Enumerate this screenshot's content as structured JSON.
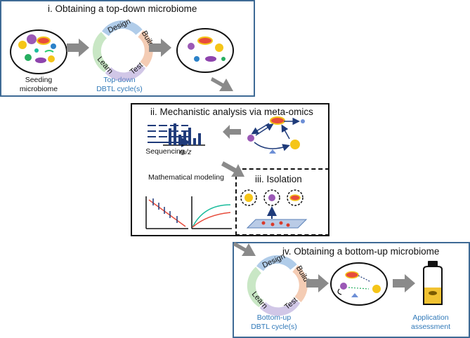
{
  "panel_i": {
    "title": "i.  Obtaining a top-down microbiome",
    "seeding_line1": "Seeding",
    "seeding_line2": "microbiome",
    "dbtl_line1": "Top-down",
    "dbtl_line2": "DBTL cycle(s)"
  },
  "panel_ii": {
    "title": "ii.  Mechanistic analysis via meta-omics",
    "sequencing": "Sequencing",
    "mz": "m/z",
    "modeling": "Mathematical modeling"
  },
  "panel_iii": {
    "title": "iii.  Isolation"
  },
  "panel_iv": {
    "title": "iv.  Obtaining a bottom-up microbiome",
    "dbtl_line1": "Bottom-up",
    "dbtl_line2": "DBTL cycle(s)",
    "app_line1": "Application",
    "app_line2": "assessment"
  },
  "cycle_labels": {
    "design": "Design",
    "build": "Build",
    "test": "Test",
    "learn": "Learn"
  },
  "colors": {
    "panel_blue": "#3e6a95",
    "label_blue": "#2f78b8",
    "arrow_gray": "#8a8a8a",
    "design": "#4f8fcf",
    "build": "#e99a6a",
    "test": "#a48fcf",
    "learn": "#93cf8c"
  }
}
